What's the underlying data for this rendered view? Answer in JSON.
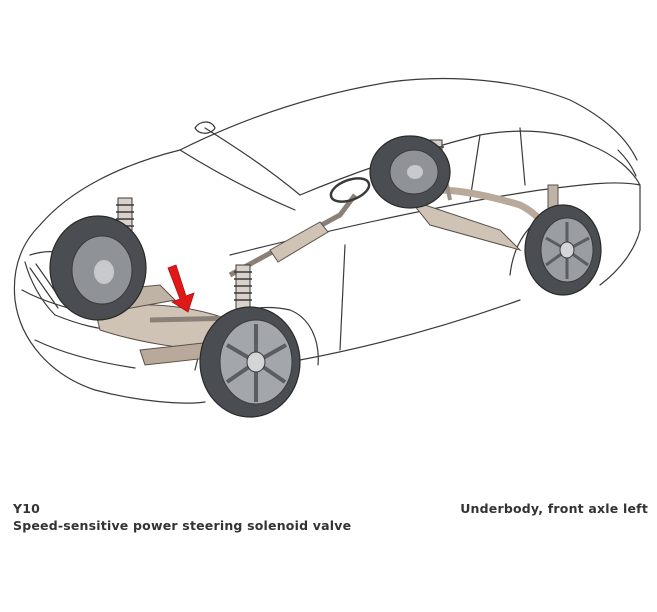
{
  "caption": {
    "component_code": "Y10",
    "component_description": "Speed-sensitive power steering solenoid valve",
    "location": "Underbody, front axle left"
  },
  "colors": {
    "outline": "#3a3a3a",
    "tire": "#4a4d52",
    "chassis": "#b8a99a",
    "arrow": "#e01818"
  },
  "illustration": {
    "subject": "car-phantom-view",
    "pointer": "red-arrow-to-solenoid-valve"
  }
}
